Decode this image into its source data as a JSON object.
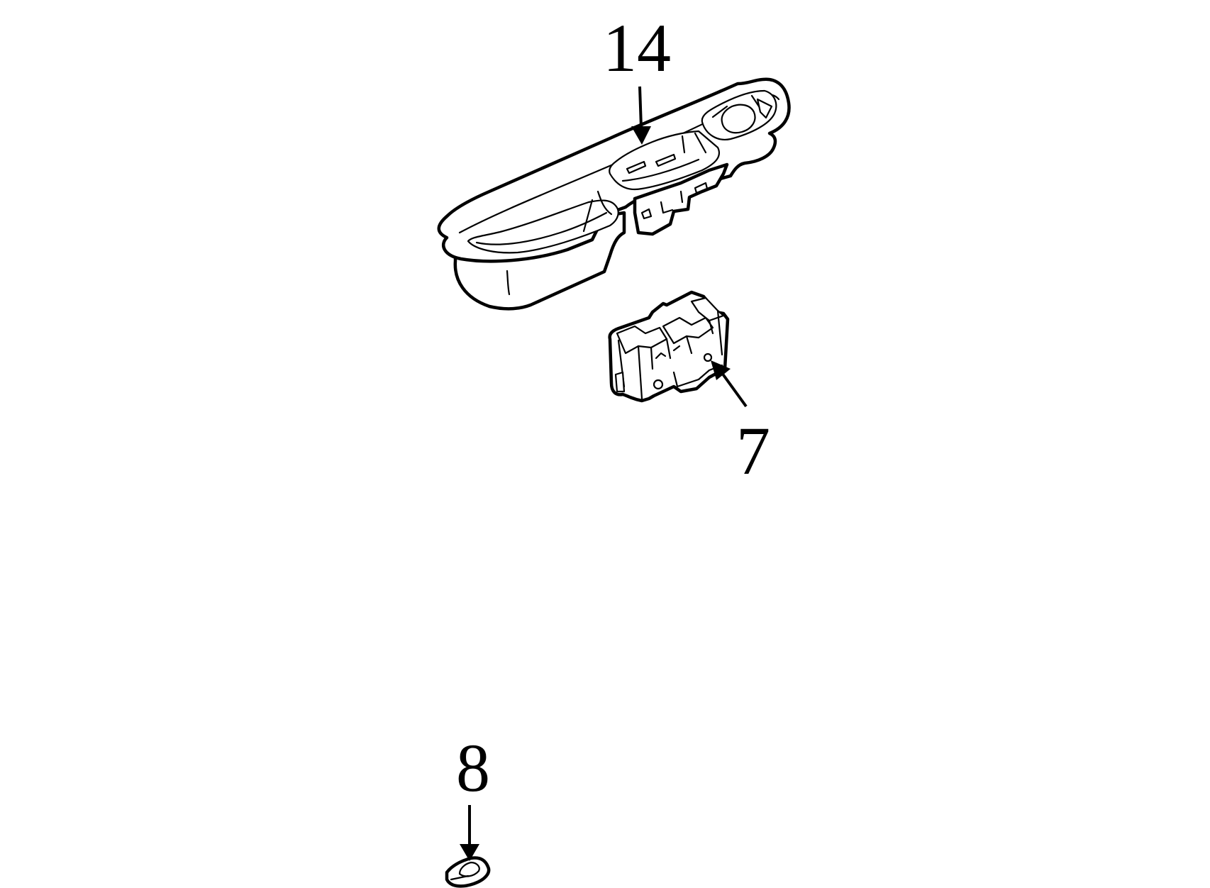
{
  "callouts": {
    "armrest_bezel": {
      "number": "14"
    },
    "window_switch": {
      "number": "7"
    },
    "switch_knob": {
      "number": "8"
    }
  },
  "colors": {
    "line": "#000000",
    "background": "#ffffff"
  }
}
